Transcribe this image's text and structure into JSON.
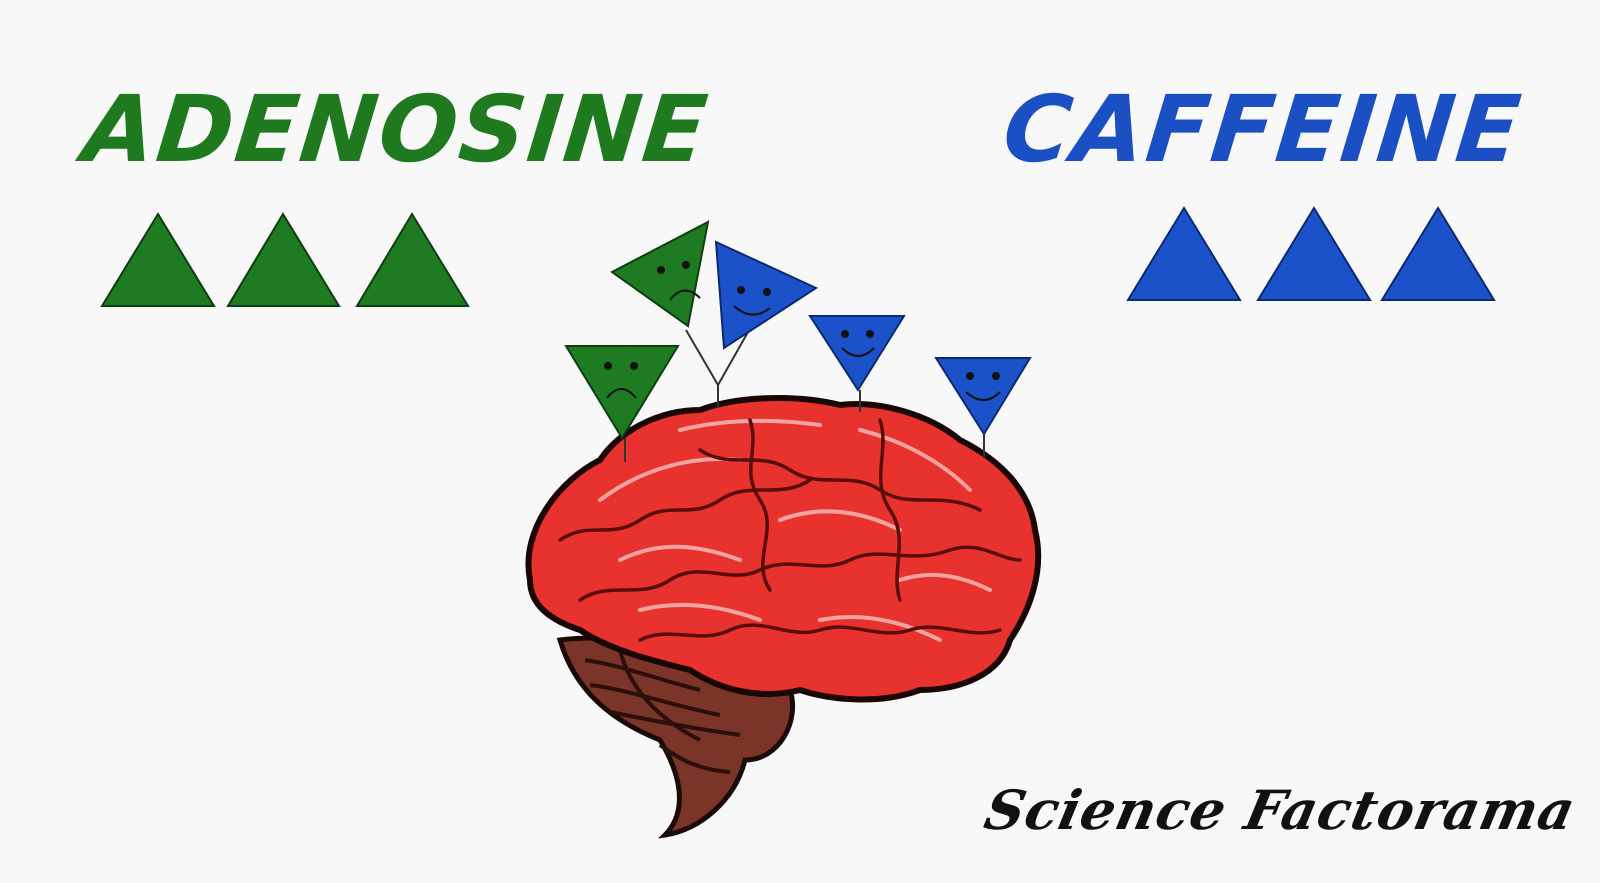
{
  "labels": {
    "adenosine": "ADENOSINE",
    "caffeine": "CAFFEINE",
    "watermark": "Science Factorama"
  },
  "colors": {
    "adenosine": "#1e7b22",
    "caffeine": "#1c52c9",
    "brain": "#e8322e",
    "brain_light": "#f06b62",
    "cerebellum": "#7a3428",
    "background": "#f8f8f8"
  },
  "molecules": {
    "adenosine_free_count": 3,
    "caffeine_free_count": 3
  },
  "receptors": [
    {
      "ligand": "adenosine",
      "mood": "sad"
    },
    {
      "ligand": "adenosine",
      "mood": "sad"
    },
    {
      "ligand": "caffeine",
      "mood": "happy"
    },
    {
      "ligand": "caffeine",
      "mood": "happy"
    },
    {
      "ligand": "caffeine",
      "mood": "happy"
    }
  ]
}
